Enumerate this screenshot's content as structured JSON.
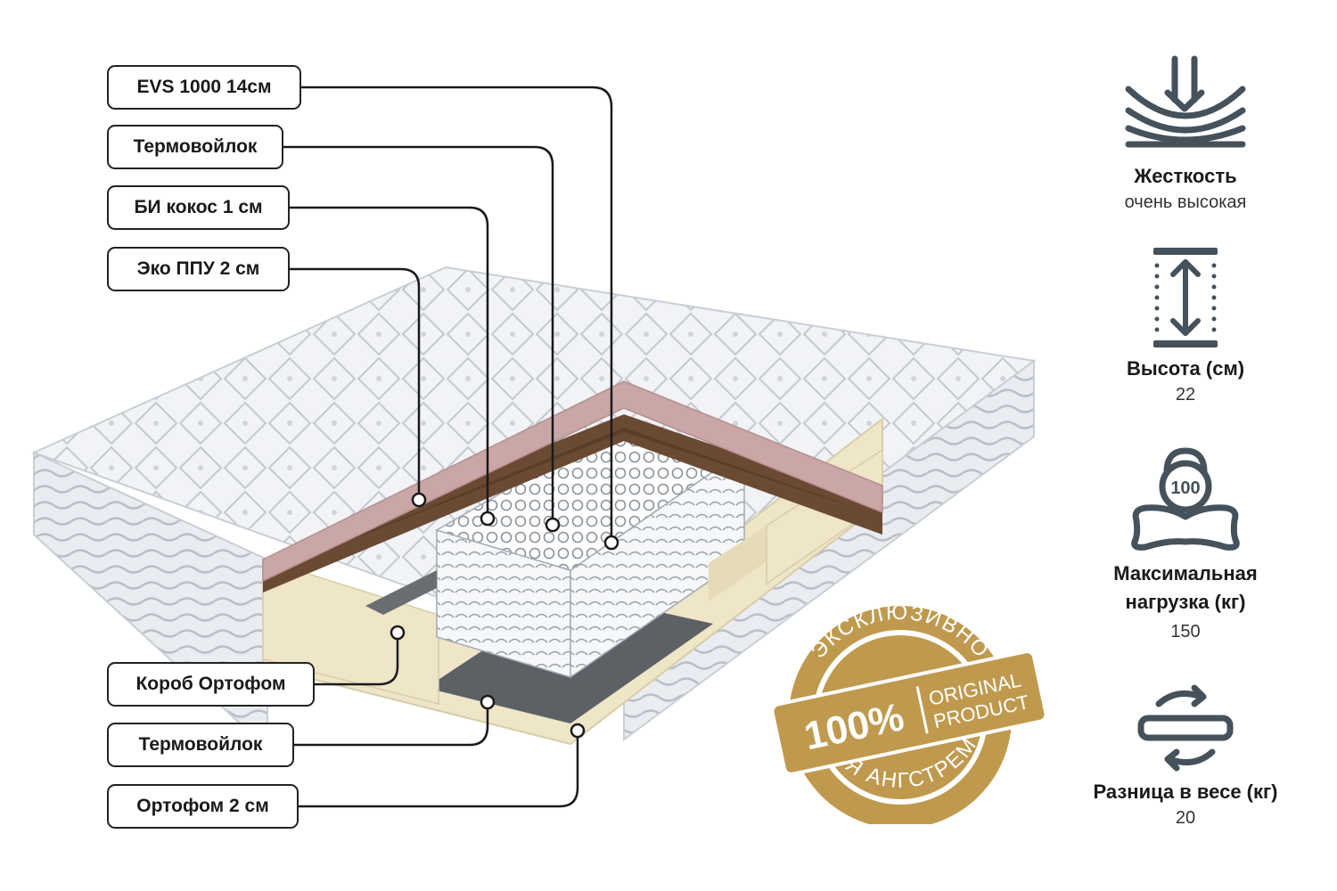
{
  "layers_top": [
    {
      "id": "evs",
      "label": "EVS 1000 14см"
    },
    {
      "id": "termo-top",
      "label": "Термовойлок"
    },
    {
      "id": "coco",
      "label": "БИ кокос 1 см"
    },
    {
      "id": "eco",
      "label": "Эко ППУ 2 см"
    }
  ],
  "layers_bottom": [
    {
      "id": "box",
      "label": "Короб Ортофом"
    },
    {
      "id": "termo-bottom",
      "label": "Термовойлок"
    },
    {
      "id": "ortofom",
      "label": "Ортофом 2 см"
    }
  ],
  "specs": {
    "firmness": {
      "title": "Жесткость",
      "value": "очень высокая",
      "icon": "firmness-icon"
    },
    "height": {
      "title": "Высота (см)",
      "value": "22",
      "icon": "height-icon"
    },
    "load": {
      "title_line1": "Максимальная",
      "title_line2": "нагрузка (кг)",
      "value": "150",
      "icon": "weight-icon",
      "icon_text": "100"
    },
    "weight_diff": {
      "title": "Разница в весе (кг)",
      "value": "20",
      "icon": "swap-icon"
    }
  },
  "badge": {
    "top_arc": "ЭКСКЛЮЗИВНО",
    "percent": "100%",
    "line1": "ORIGINAL",
    "line2": "PRODUCT",
    "bottom_arc": "ДЛЯ АНГСТРЕМ",
    "color": "#bf9a4e"
  },
  "colors": {
    "icon": "#45525c",
    "pink_foam": "#caa7a6",
    "coconut": "#6b4a33",
    "cream_foam": "#efe5c7",
    "felt": "#5d6166",
    "cover": "#eef1f5"
  }
}
